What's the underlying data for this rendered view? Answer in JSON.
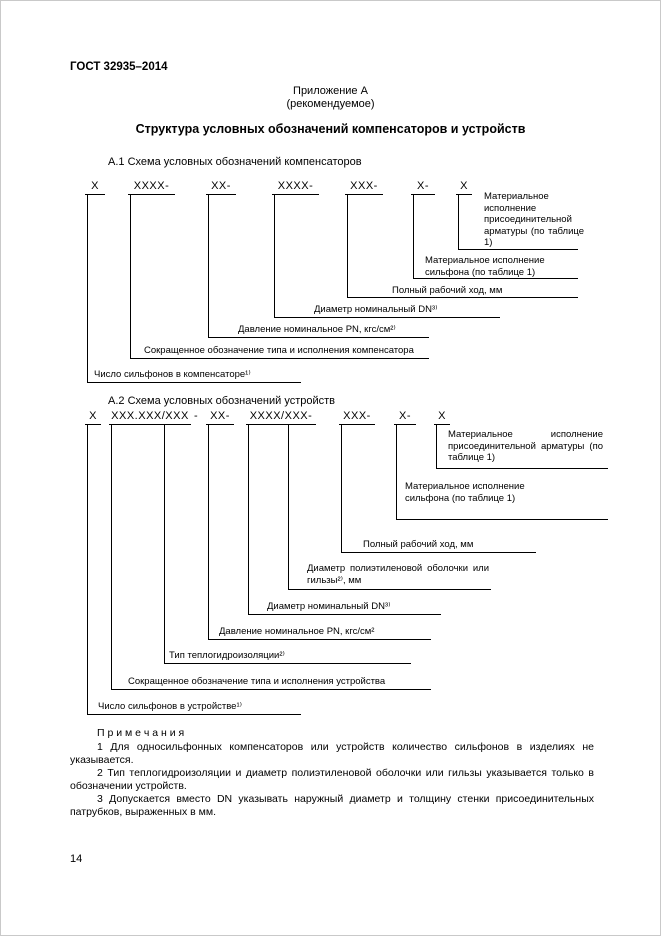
{
  "page": {
    "doc_code": "ГОСТ 32935–2014",
    "annex_title": "Приложение А",
    "annex_subtitle": "(рекомендуемое)",
    "main_title": "Структура условных обозначений компенсаторов и устройств",
    "page_number": "14"
  },
  "scheme1": {
    "heading": "А.1 Схема условных обозначений компенсаторов",
    "fields": [
      "Х",
      "ХХХХ-",
      "ХХ-",
      "ХХХХ-",
      "ХХХ-",
      "Х-",
      "Х"
    ],
    "labels": {
      "fitting_material": "Материальное исполнение присоединительной арматуры (по таблице 1)",
      "bellows_material": "Материальное исполнение сильфона (по таблице 1)",
      "stroke": "Полный рабочий ход, мм",
      "nominal_diameter": "Диаметр номинальный DN³⁾",
      "nominal_pressure": "Давление номинальное PN, кгс/см²⁾",
      "type_designation": "Сокращенное обозначение типа и исполнения компенсатора",
      "bellows_count": "Число сильфонов в компенсаторе¹⁾"
    }
  },
  "scheme2": {
    "heading": "А.2 Схема условных обозначений устройств",
    "fields": [
      "Х",
      "ХХХ.ХХХ/ХХХ",
      "-",
      "ХХ-",
      "ХХХХ/ХХХ-",
      "ХХХ-",
      "Х-",
      "Х"
    ],
    "labels": {
      "fitting_material": "Материальное исполнение присоединительной арматуры (по таблице 1)",
      "bellows_material": "Материальное исполнение сильфона (по таблице 1)",
      "stroke": "Полный рабочий ход, мм",
      "sleeve_diameter": "Диаметр полиэтиленовой оболочки или гильзы²⁾, мм",
      "nominal_diameter": "Диаметр номинальный DN³⁾",
      "nominal_pressure": "Давление номинальное PN, кгс/см²",
      "insulation_type": "Тип теплогидроизоляции²⁾",
      "type_designation": "Сокращенное обозначение типа и исполнения устройства",
      "bellows_count": "Число сильфонов в устройстве¹⁾"
    }
  },
  "notes": {
    "heading": "П р и м е ч а н и я",
    "items": [
      "1 Для односильфонных компенсаторов или устройств количество сильфонов в изделиях не указывается.",
      "2 Тип теплогидроизоляции и диаметр полиэтиленовой оболочки или гильзы указывается только в обозначении устройств.",
      "3 Допускается вместо DN указывать наружный диаметр и толщину стенки присоединительных патрубков, выраженных в мм."
    ]
  }
}
